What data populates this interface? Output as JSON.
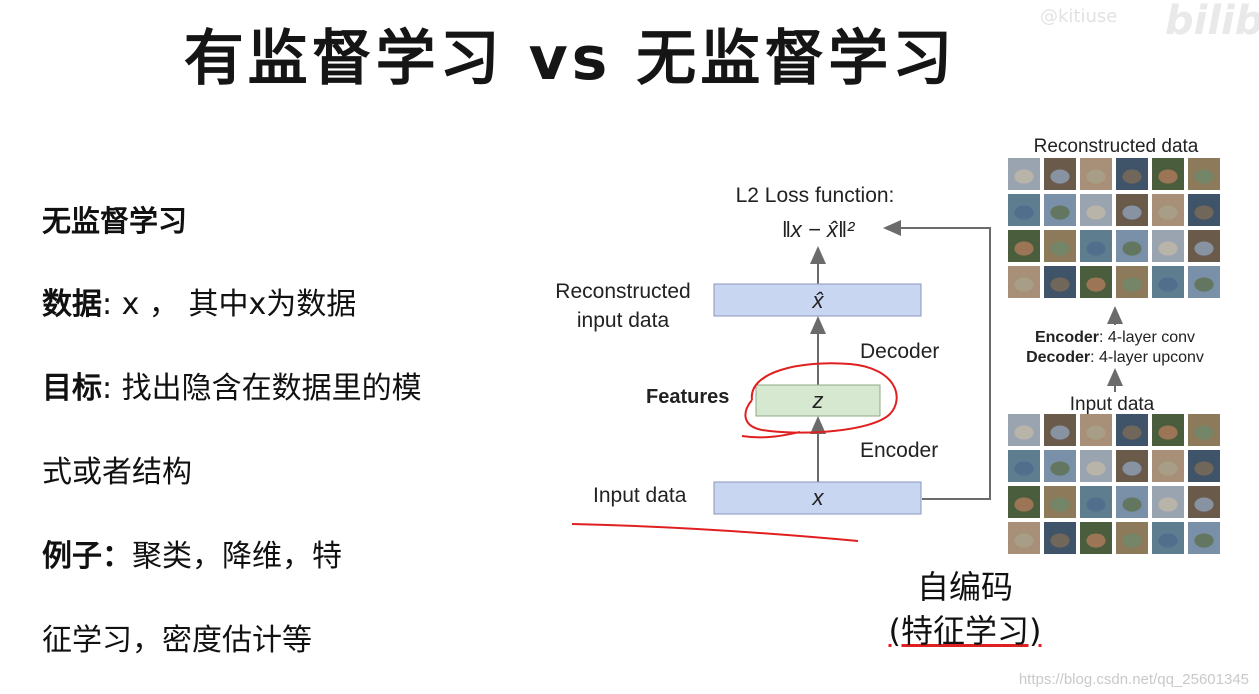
{
  "title": "有监督学习  vs 无监督学习",
  "watermark_top": "@kitiuse",
  "bili_logo": "bilibili",
  "left": {
    "heading": "无监督学习",
    "data_label": "数据",
    "data_text": ": x ， 其中x为数据",
    "goal_label": "目标",
    "goal_text_1": ": 找出隐含在数据里的模",
    "goal_text_2": "式或者结构",
    "example_label": "例子：",
    "example_text_1": "聚类，降维，特",
    "example_text_2": "征学习，密度估计等"
  },
  "diagram": {
    "loss_title": "L2 Loss function:",
    "loss_formula": "‖x − x̂‖²",
    "reconstructed_label_1": "Reconstructed",
    "reconstructed_label_2": "input data",
    "xhat": "x̂",
    "decoder": "Decoder",
    "features": "Features",
    "z": "z",
    "encoder": "Encoder",
    "input_data": "Input data",
    "x": "x",
    "right_reconstructed": "Reconstructed data",
    "encoder_bold": "Encoder",
    "encoder_desc": ": 4-layer conv",
    "decoder_bold": "Decoder",
    "decoder_desc": ": 4-layer upconv",
    "right_input": "Input data"
  },
  "caption_1": "自编码",
  "caption_2": "(特征学习)",
  "footer_watermark": "https://blog.csdn.net/qq_25601345",
  "colors": {
    "box_blue": "#c9d6f2",
    "box_green": "#d6e8cf",
    "annotation_red": "#e02020",
    "arrow_gray": "#6b6b6b"
  }
}
